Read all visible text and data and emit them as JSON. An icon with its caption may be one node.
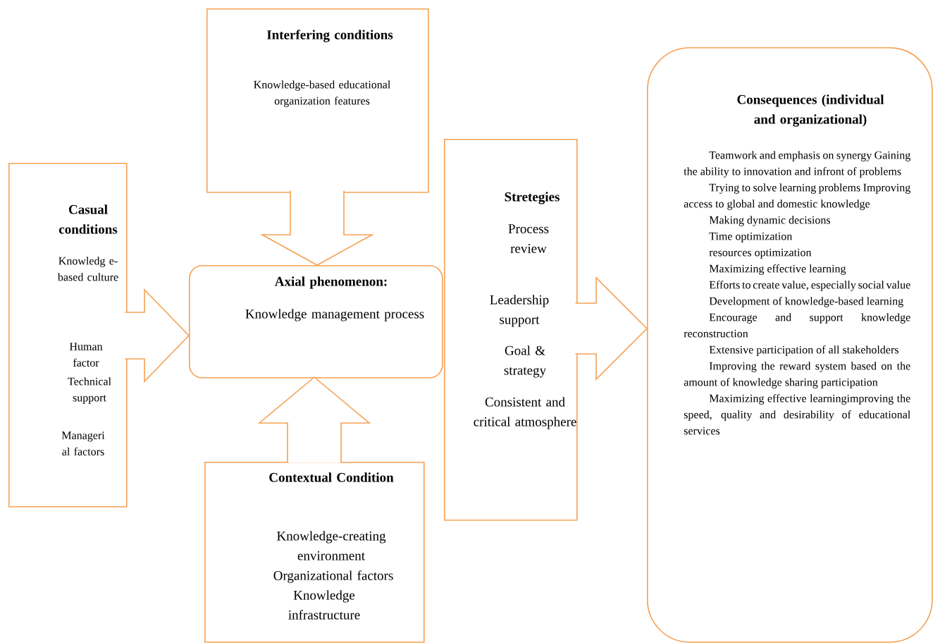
{
  "diagram": {
    "nodes": [
      {
        "text": [
          "Interfering conditions",
          "Knowledge-based educational organization features"
        ]
      },
      {
        "text": [
          "Casual conditions",
          "Knowledg e- based culture",
          "Human factor",
          "Technical support",
          "Manageri al factors"
        ]
      },
      {
        "text": [
          "**Axial phenomenon**:",
          "Knowledge management process"
        ]
      },
      {
        "text": [
          "Contextual Condition",
          "Knowledge-creating environment",
          "Organizational factors",
          "Knowledge infrastructure"
        ]
      },
      {
        "text": [
          "Stretegies",
          "Process review",
          "Leadership support",
          "Goal & strategy",
          "Consistent and critical atmosphere"
        ]
      },
      {
        "text": [
          "Consequences (individual and organizational)",
          "Teamwork and emphasis on synergy Gaining the ability to innovation and infront of problems",
          "Trying to solve learning problems Improving access to global and domestic knowledge",
          "Making dynamic decisions",
          "Time optimization",
          "resources optimization",
          "Maximizing effective learning",
          "Efforts to create value, especially social value",
          "Development of knowledge-based learning",
          "Encourage and support knowledge reconstruction",
          "Extensive participation of all stakeholders",
          "Improving the reward system based on the amount of knowledge sharing participation",
          "Maximizing effective learningimproving the speed, quality and desirability of educational services"
        ]
      }
    ],
    "edges": [
      {
        "from": 0,
        "to": 2,
        "arrow": "to"
      },
      {
        "from": 1,
        "to": 2,
        "arrow": "to"
      },
      {
        "from": 3,
        "to": 2,
        "arrow": "to"
      },
      {
        "from": 4,
        "to": 5,
        "arrow": "to"
      }
    ]
  }
}
